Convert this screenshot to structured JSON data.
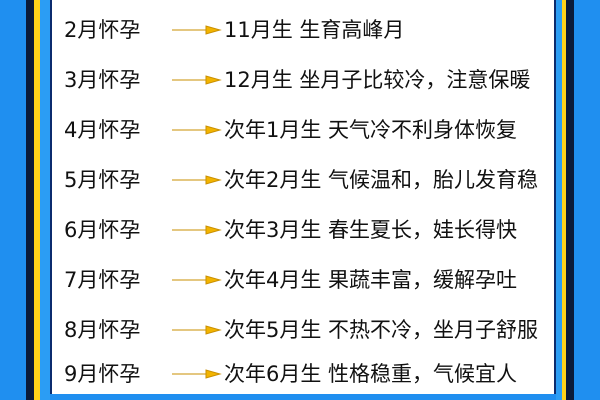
{
  "rows": [
    {
      "month": "2月怀孕",
      "desc": "11月生  生育高峰月"
    },
    {
      "month": "3月怀孕",
      "desc": "12月生  坐月子比较冷，注意保暖"
    },
    {
      "month": "4月怀孕",
      "desc": "次年1月生  天气冷不利身体恢复"
    },
    {
      "month": "5月怀孕",
      "desc": "次年2月生  气候温和，胎儿发育稳"
    },
    {
      "month": "6月怀孕",
      "desc": "次年3月生  春生夏长，娃长得快"
    },
    {
      "month": "7月怀孕",
      "desc": "次年4月生  果蔬丰富，缓解孕吐"
    },
    {
      "month": "8月怀孕",
      "desc": "次年5月生  不热不冷，坐月子舒服"
    },
    {
      "month": "9月怀孕",
      "desc": "次年6月生  性格稳重，气候宜人"
    }
  ],
  "colors": {
    "background": "#1f8ff0",
    "panel": "#ffffff",
    "arrow": "#f2b400",
    "text": "#111111"
  },
  "icons": {
    "arrow": "arrow-right-icon"
  }
}
